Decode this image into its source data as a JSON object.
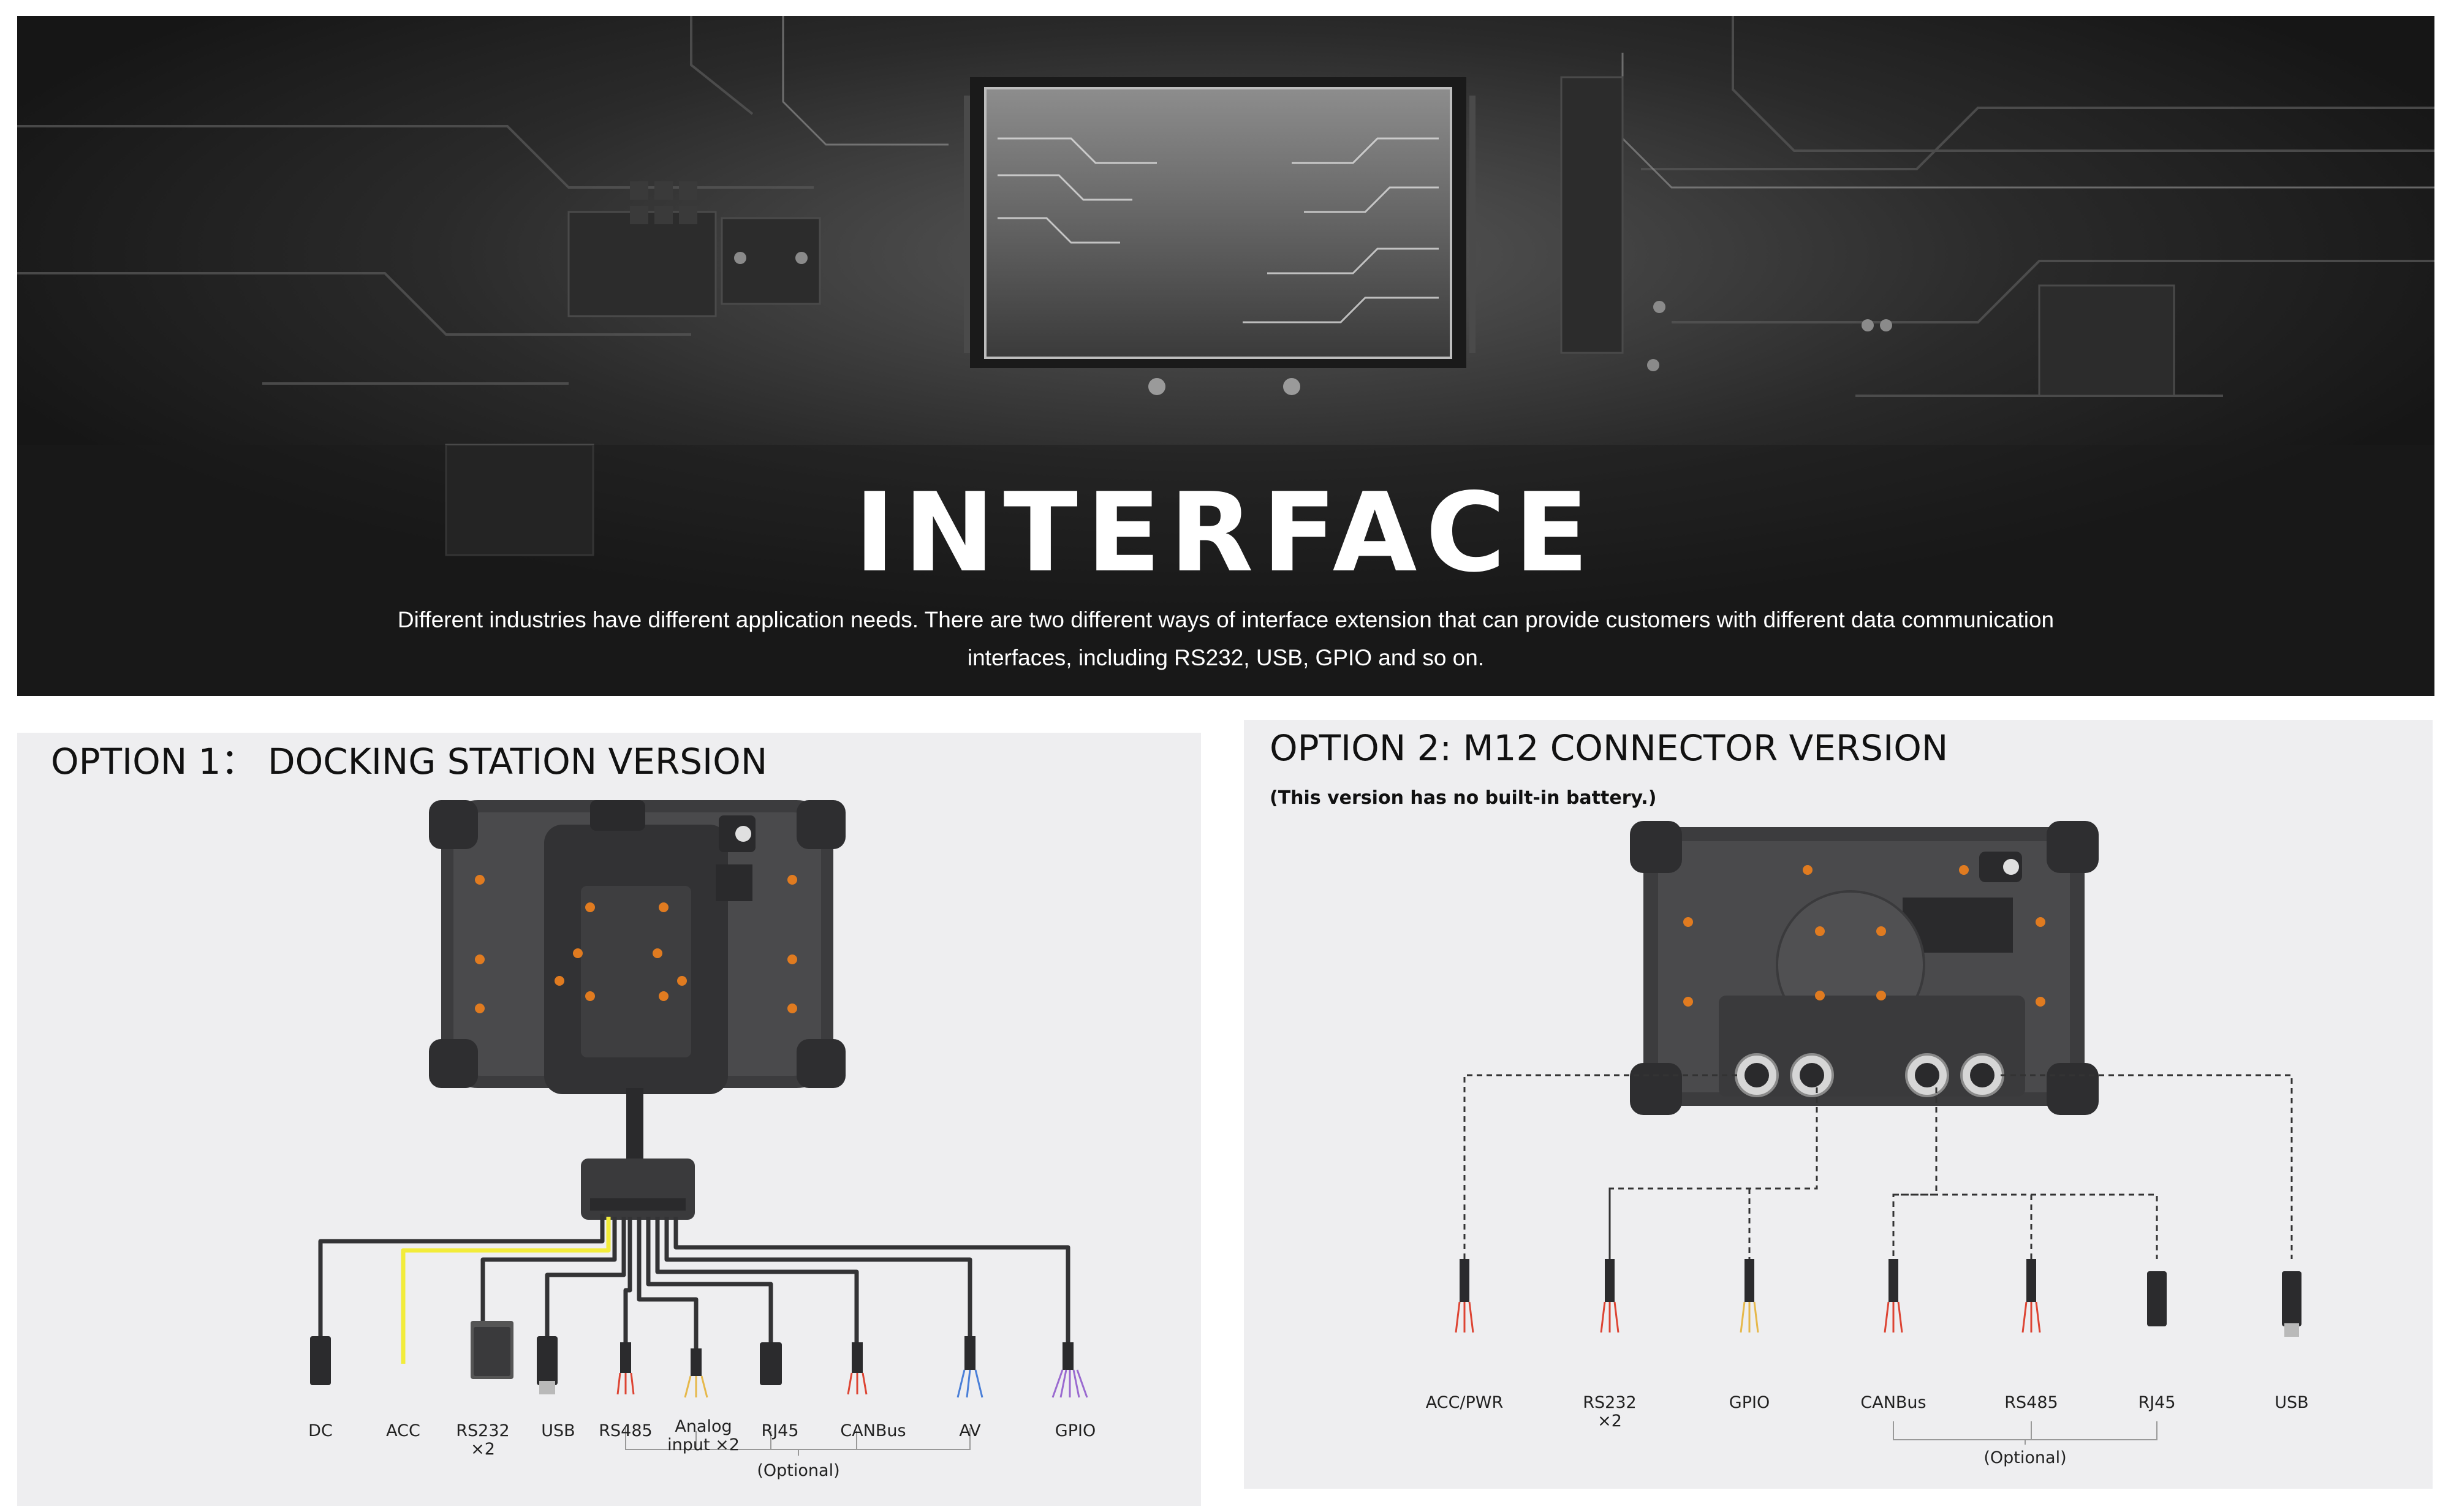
{
  "hero": {
    "title": "INTERFACE",
    "description": "Different industries have different application needs. There are two different ways of interface extension that can provide customers with different data communication interfaces, including RS232, USB, GPIO and so on."
  },
  "option1": {
    "title": "OPTION 1： DOCKING STATION VERSION",
    "labels": {
      "dc": "DC",
      "acc": "ACC",
      "rs232": "RS232\n×2",
      "usb": "USB",
      "rs485": "RS485",
      "analog": "Analog\ninput ×2",
      "rj45": "RJ45",
      "canbus": "CANBus",
      "av": "AV",
      "gpio": "GPIO"
    },
    "optional_note": "(Optional)"
  },
  "option2": {
    "title": "OPTION 2: M12 CONNECTOR VERSION",
    "subtitle": "(This version has no built-in battery.)",
    "labels": {
      "acc_pwr": "ACC/PWR",
      "rs232": "RS232\n×2",
      "gpio": "GPIO",
      "canbus": "CANBus",
      "rs485": "RS485",
      "rj45": "RJ45",
      "usb": "USB"
    },
    "optional_note": "(Optional)"
  },
  "colors": {
    "hero_bg": "#1f1f1f",
    "panel_bg": "#eeeef0",
    "device_body": "#3a3a3c",
    "screw_orange": "#e07b20",
    "acc_cable": "#f2ec3a"
  }
}
